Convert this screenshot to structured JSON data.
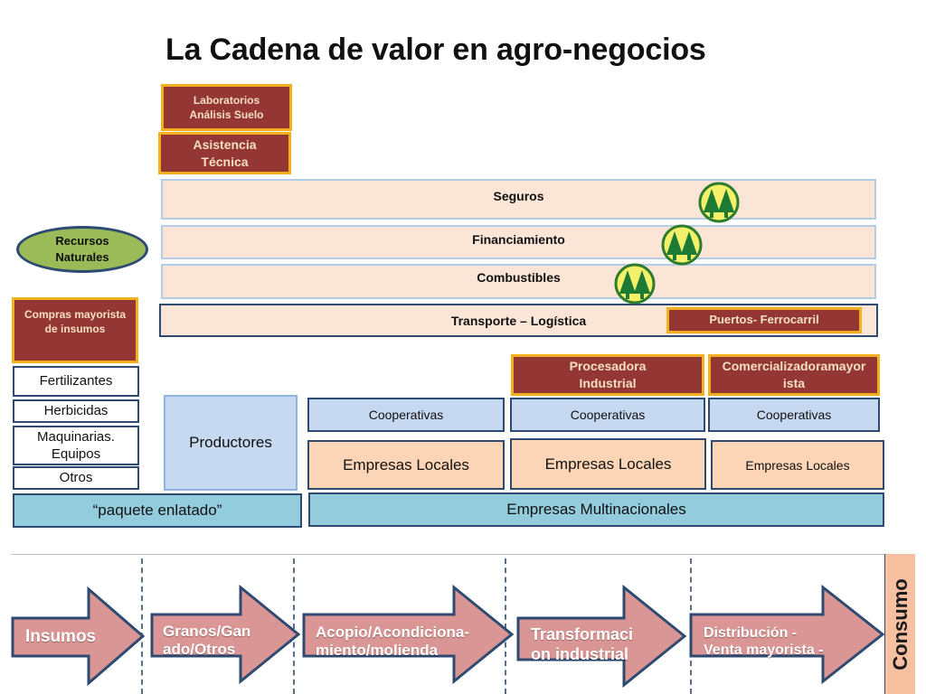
{
  "title": "La Cadena de valor en agro-negocios",
  "top_boxes": {
    "lab": "Laboratorios\nAnálisis Suelo",
    "asistencia": "Asistencia\nTécnica"
  },
  "services": {
    "seguros": "Seguros",
    "financiamiento": "Financiamiento",
    "combustibles": "Combustibles",
    "transporte": "Transporte – Logística",
    "puertos": "Puertos- Ferrocarril"
  },
  "recursos": "Recursos\nNaturales",
  "compras": "Compras mayorista\nde insumos",
  "insumos_list": [
    "Fertilizantes",
    "Herbicidas",
    "Maquinarias.\nEquipos",
    "Otros"
  ],
  "paquete": "“paquete enlatado”",
  "productores": "Productores",
  "procesadora": "Procesadora\nIndustrial",
  "comercializadora": "Comercializadoramayor\nista",
  "cooperativas": [
    "Cooperativas",
    "Cooperativas",
    "Cooperativas"
  ],
  "empresas_locales": [
    "Empresas Locales",
    "Empresas Locales",
    "Empresas Locales"
  ],
  "multinacionales": "Empresas Multinacionales",
  "stages": [
    "Insumos",
    "Granos/Gan\nado/Otros",
    "Acopio/Acondiciona-\nmiento/molienda",
    "Transformaci\non industrial",
    "Distribución -\nVenta mayorista -"
  ],
  "consumo": "Consumo",
  "colors": {
    "maroon": "#943634",
    "gold": "#f2b01e",
    "peach": "#fbe5d6",
    "arrow": "#d99694",
    "navy": "#2e4a70",
    "green": "#9bbb59",
    "consumo": "#f7c0a0"
  },
  "icons": {
    "logo": "tree-logo-icon"
  }
}
